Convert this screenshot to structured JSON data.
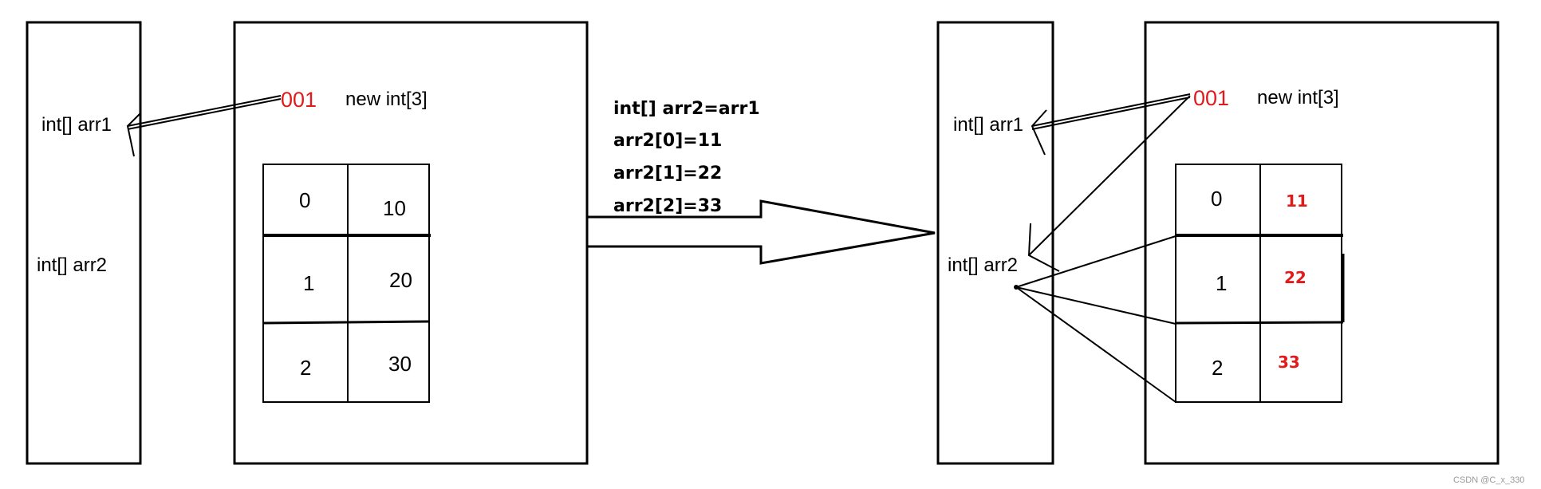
{
  "colors": {
    "ink": "#000000",
    "address": "#e11b1b"
  },
  "left": {
    "stack_var1": "int[] arr1",
    "stack_var2": "int[] arr2",
    "address": "001",
    "heap_label": "new  int[3]",
    "array": [
      {
        "index": "0",
        "value": "10"
      },
      {
        "index": "1",
        "value": "20"
      },
      {
        "index": "2",
        "value": "30"
      }
    ]
  },
  "code": {
    "line1": "int[] arr2=arr1",
    "line2": "arr2[0]=11",
    "line3": "arr2[1]=22",
    "line4": "arr2[2]=33"
  },
  "right": {
    "stack_var1": "int[] arr1",
    "stack_var2": "int[] arr2",
    "address": "001",
    "heap_label": "new  int[3]",
    "array": [
      {
        "index": "0",
        "value": "11"
      },
      {
        "index": "1",
        "value": "22"
      },
      {
        "index": "2",
        "value": "33"
      }
    ]
  },
  "watermark": "CSDN @C_x_330",
  "icons": [
    "hollow-arrow-icon",
    "pointer-arrow-icon"
  ]
}
